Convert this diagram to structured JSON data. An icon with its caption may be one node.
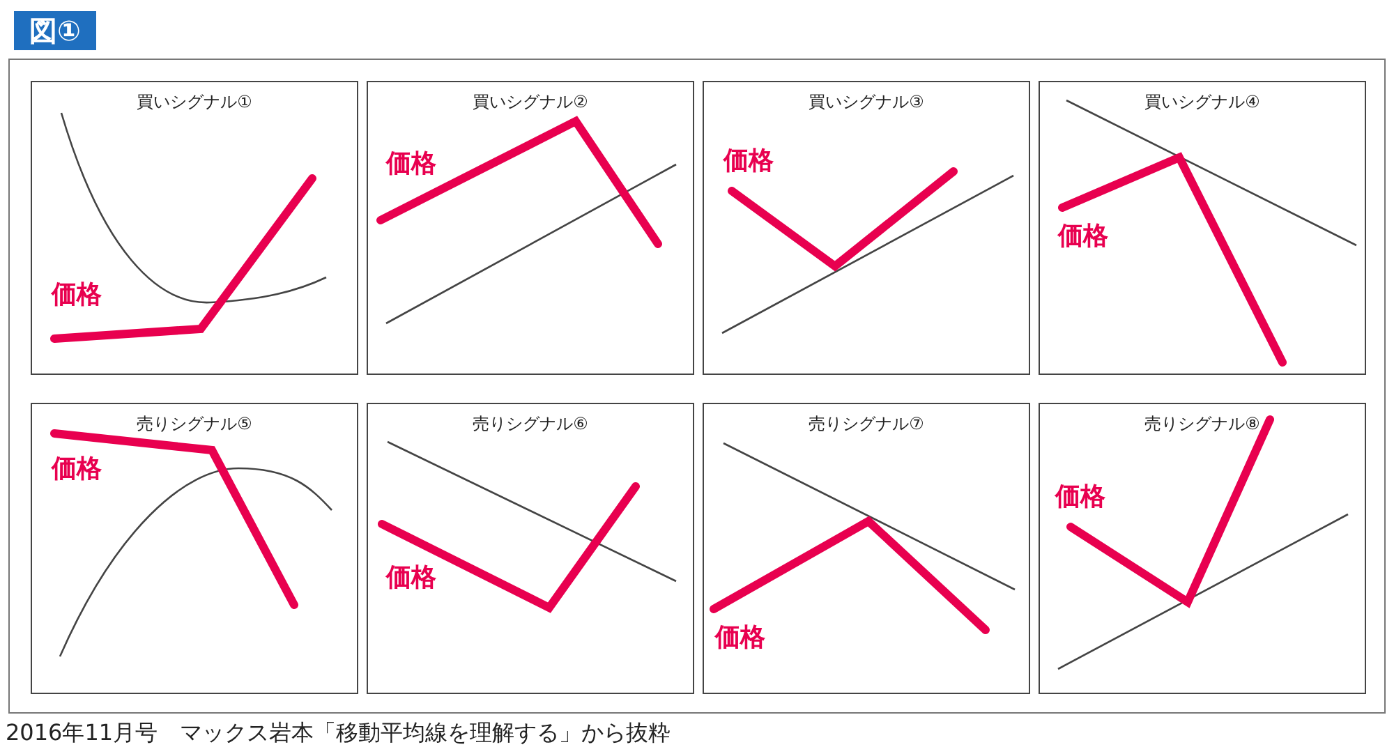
{
  "diagram": {
    "title": "図①",
    "caption": "2016年11月号　マックス岩本「移動平均線を理解する」から抜粋",
    "nodes": [
      {
        "text": [
          "買いシグナル①",
          "価格"
        ]
      },
      {
        "text": [
          "買いシグナル②",
          "価格"
        ]
      },
      {
        "text": [
          "買いシグナル③",
          "価格"
        ]
      },
      {
        "text": [
          "買いシグナル④",
          "価格"
        ]
      },
      {
        "text": [
          "売りシグナル⑤",
          "価格"
        ]
      },
      {
        "text": [
          "売りシグナル⑥",
          "価格"
        ]
      },
      {
        "text": [
          "売りシグナル⑦",
          "価格"
        ]
      },
      {
        "text": [
          "売りシグナル⑧",
          "価格"
        ]
      }
    ]
  }
}
